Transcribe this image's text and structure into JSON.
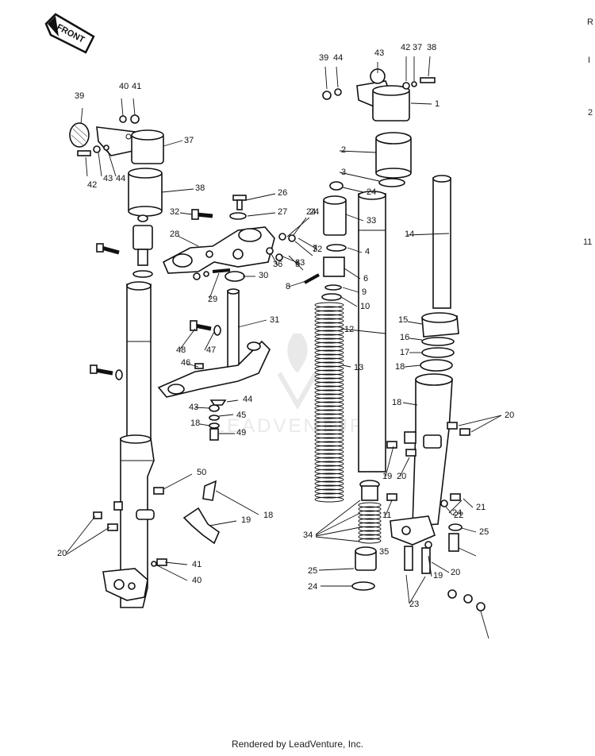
{
  "direction_label": "FRONT",
  "footer_text": "Rendered by LeadVenture, Inc.",
  "watermark_text": "LEADVENTURE",
  "edge_text": [
    "R",
    "I",
    "2",
    "11"
  ],
  "callouts": [
    "39",
    "40",
    "41",
    "37",
    "42",
    "43",
    "44",
    "38",
    "32",
    "28",
    "26",
    "27",
    "24",
    "33",
    "32",
    "36",
    "29",
    "30",
    "31",
    "48",
    "47",
    "46",
    "44",
    "43",
    "45",
    "18",
    "49",
    "50",
    "18",
    "19",
    "20",
    "41",
    "40",
    "39",
    "44",
    "43",
    "42",
    "37",
    "38",
    "1",
    "2",
    "3",
    "24",
    "33",
    "24",
    "7",
    "5",
    "4",
    "6",
    "8",
    "9",
    "10",
    "12",
    "13",
    "14",
    "15",
    "16",
    "17",
    "18",
    "18",
    "20",
    "19",
    "20",
    "11",
    "24",
    "34",
    "35",
    "25",
    "24",
    "23",
    "19",
    "20",
    "21",
    "22",
    "25"
  ]
}
